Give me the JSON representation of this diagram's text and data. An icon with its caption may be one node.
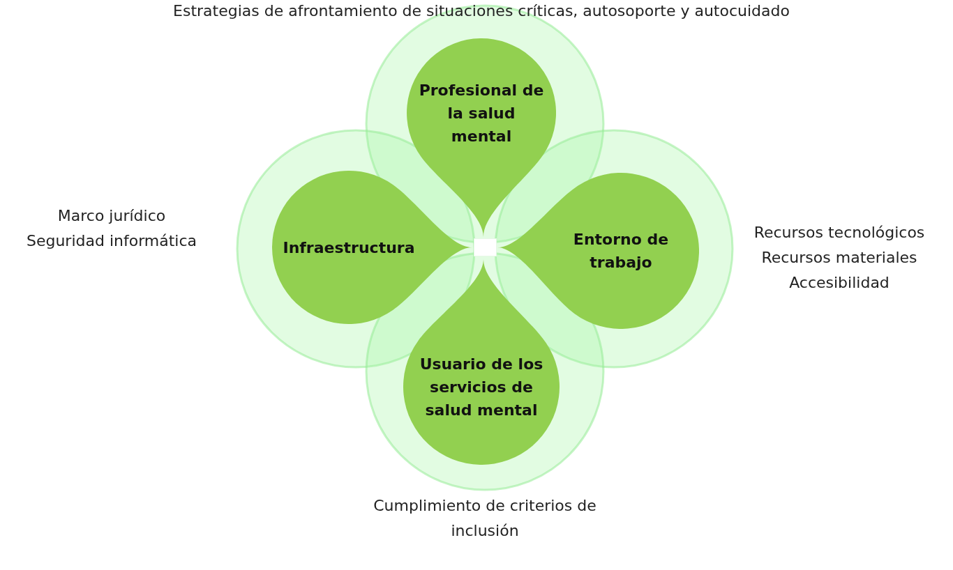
{
  "diagram": {
    "nodes": [
      {
        "text": [
          "Profesional de la salud mental"
        ],
        "beside": [
          "Estrategias de afrontamiento de situaciones críticas, autosoporte y autocuidado"
        ]
      },
      {
        "text": [
          "Infraestructura"
        ],
        "beside": [
          "Marco jurídico",
          "Seguridad informática"
        ]
      },
      {
        "text": [],
        "shape": "box"
      },
      {
        "text": [
          "Entorno de trabajo"
        ],
        "beside": [
          "Recursos tecnológicos",
          "Recursos materiales",
          "Accesibilidad"
        ]
      },
      {
        "text": [
          "Usuario de los servicios de salud mental"
        ],
        "beside": [
          "Cumplimiento de criterios de inclusión"
        ]
      }
    ]
  }
}
